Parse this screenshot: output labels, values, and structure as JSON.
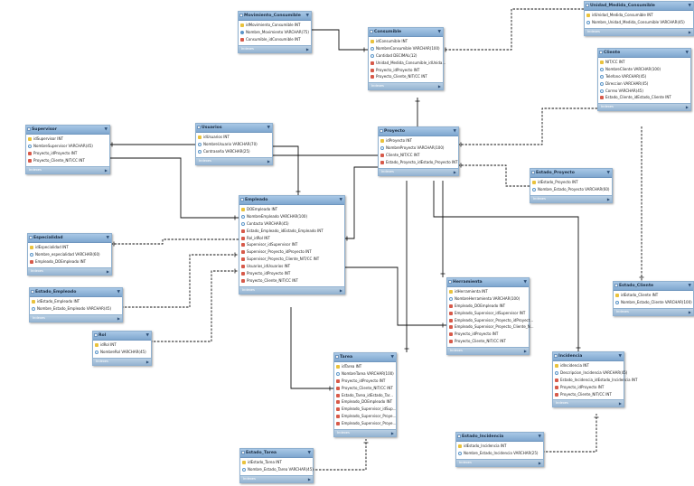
{
  "diagram": {
    "tables": [
      {
        "id": "movimiento",
        "name": "Movimiento_Consumible",
        "footer": "Indexes",
        "columns": [
          {
            "text": "idMovimiento_Consumible INT",
            "kind": "pk"
          },
          {
            "text": "Nombre_Movimiento VARCHAR(75)",
            "kind": "colf"
          },
          {
            "text": "Consumible_idConsumible INT",
            "kind": "fk"
          }
        ]
      },
      {
        "id": "consumible",
        "name": "Consumible",
        "footer": "Indexes",
        "columns": [
          {
            "text": "idConsumible INT",
            "kind": "pk"
          },
          {
            "text": "NombreConsumible VARCHAR(100)",
            "kind": "col"
          },
          {
            "text": "Cantidad DECIMAL(12)",
            "kind": "col"
          },
          {
            "text": "Unidad_Medida_Consumible_idUnida...",
            "kind": "fk"
          },
          {
            "text": "Proyecto_idProyecto INT",
            "kind": "fk"
          },
          {
            "text": "Proyecto_Cliente_NIT/CC INT",
            "kind": "fk"
          }
        ]
      },
      {
        "id": "unidad",
        "name": "Unidad_Medida_Consumible",
        "footer": "Indexes",
        "columns": [
          {
            "text": "idUnidad_Medida_Consumible INT",
            "kind": "pk"
          },
          {
            "text": "Nombre_Unidad_Medida_Consumible VARCHAR(45)",
            "kind": "col"
          }
        ]
      },
      {
        "id": "cliente",
        "name": "Cliente",
        "footer": "Indexes",
        "columns": [
          {
            "text": "NIT/CC INT",
            "kind": "pk"
          },
          {
            "text": "NombreCliente VARCHAR(100)",
            "kind": "col"
          },
          {
            "text": "Telefono VARCHAR(45)",
            "kind": "col"
          },
          {
            "text": "Direccion VARCHAR(45)",
            "kind": "col"
          },
          {
            "text": "Correo VARCHAR(45)",
            "kind": "col"
          },
          {
            "text": "Estado_Cliente_idEstado_Cliente INT",
            "kind": "fk"
          }
        ]
      },
      {
        "id": "supervisor",
        "name": "Supervisor",
        "footer": "Indexes",
        "columns": [
          {
            "text": "idSupervisor INT",
            "kind": "pk"
          },
          {
            "text": "NombreSupervisor VARCHAR(45)",
            "kind": "col"
          },
          {
            "text": "Proyecto_idProyecto INT",
            "kind": "fk"
          },
          {
            "text": "Proyecto_Cliente_NIT/CC INT",
            "kind": "fk"
          }
        ]
      },
      {
        "id": "usuarios",
        "name": "Usuarios",
        "footer": "Indexes",
        "columns": [
          {
            "text": "idUsuarios INT",
            "kind": "pk"
          },
          {
            "text": "NombreUsuario VARCHAR(70)",
            "kind": "col"
          },
          {
            "text": "Contraseña VARCHAR(25)",
            "kind": "col"
          }
        ]
      },
      {
        "id": "proyecto",
        "name": "Proyecto",
        "footer": "Indexes",
        "columns": [
          {
            "text": "idProyecto INT",
            "kind": "pk"
          },
          {
            "text": "NombreProyecto VARCHAR(100)",
            "kind": "col"
          },
          {
            "text": "Cliente_NIT/CC INT",
            "kind": "fk"
          },
          {
            "text": "Estado_Proyecto_idEstado_Proyecto INT",
            "kind": "fk"
          }
        ]
      },
      {
        "id": "estado_proyecto",
        "name": "Estado_Proyecto",
        "footer": "Indexes",
        "columns": [
          {
            "text": "idEstado_Proyecto INT",
            "kind": "pk"
          },
          {
            "text": "Nombre_Estado_Proyecto VARCHAR(60)",
            "kind": "col"
          }
        ]
      },
      {
        "id": "empleado",
        "name": "Empleado",
        "footer": "Indexes",
        "columns": [
          {
            "text": "DOEmpleado INT",
            "kind": "pk"
          },
          {
            "text": "NombreEmpleado VARCHAR(100)",
            "kind": "col"
          },
          {
            "text": "Contacto VARCHAR(45)",
            "kind": "col"
          },
          {
            "text": "Estado_Empleado_idEstado_Empleado INT",
            "kind": "fk"
          },
          {
            "text": "Rol_idRol INT",
            "kind": "fk"
          },
          {
            "text": "Supervisor_idSupervisor INT",
            "kind": "fk"
          },
          {
            "text": "Supervisor_Proyecto_idProyecto INT",
            "kind": "fk"
          },
          {
            "text": "Supervisor_Proyecto_Cliente_NIT/CC INT",
            "kind": "fk"
          },
          {
            "text": "Usuarios_idUsuarios INT",
            "kind": "fk"
          },
          {
            "text": "Proyecto_idProyecto INT",
            "kind": "fk"
          },
          {
            "text": "Proyecto_Cliente_NIT/CC INT",
            "kind": "fk"
          }
        ]
      },
      {
        "id": "especialidad",
        "name": "Especialidad",
        "footer": "Indexes",
        "columns": [
          {
            "text": "idEspecialidad INT",
            "kind": "pk"
          },
          {
            "text": "Nombre_especialidad VARCHAR(60)",
            "kind": "col"
          },
          {
            "text": "Empleado_DOEmpleado INT",
            "kind": "fk"
          }
        ]
      },
      {
        "id": "estado_empleado",
        "name": "Estado_Empleado",
        "footer": "Indexes",
        "columns": [
          {
            "text": "idEstado_Empleado INT",
            "kind": "pk"
          },
          {
            "text": "Nombre_Estado_Empleado VARCHAR(45)",
            "kind": "col"
          }
        ]
      },
      {
        "id": "rol",
        "name": "Rol",
        "footer": "Indexes",
        "columns": [
          {
            "text": "idRol INT",
            "kind": "pk"
          },
          {
            "text": "NombreRol VARCHAR(45)",
            "kind": "col"
          }
        ]
      },
      {
        "id": "herramienta",
        "name": "Herramienta",
        "footer": "Indexes",
        "columns": [
          {
            "text": "idHerramienta INT",
            "kind": "pk"
          },
          {
            "text": "NombreHerramienta VARCHAR(100)",
            "kind": "col"
          },
          {
            "text": "Empleado_DOEmpleado INT",
            "kind": "fk"
          },
          {
            "text": "Empleado_Supervisor_idSupervisor INT",
            "kind": "fk"
          },
          {
            "text": "Empleado_Supervisor_Proyecto_idProyect...",
            "kind": "fk"
          },
          {
            "text": "Empleado_Supervisor_Proyecto_Cliente_N...",
            "kind": "fk"
          },
          {
            "text": "Proyecto_idProyecto INT",
            "kind": "fk"
          },
          {
            "text": "Proyecto_Cliente_NIT/CC INT",
            "kind": "fk"
          }
        ]
      },
      {
        "id": "estado_cliente",
        "name": "Estado_Cliente",
        "footer": "Indexes",
        "columns": [
          {
            "text": "idEstado_Cliente INT",
            "kind": "pk"
          },
          {
            "text": "Nombre_Estado_Cliente VARCHAR(100)",
            "kind": "col"
          }
        ]
      },
      {
        "id": "incidencia",
        "name": "Incidencia",
        "footer": "Indexes",
        "columns": [
          {
            "text": "idIncidencia INT",
            "kind": "pk"
          },
          {
            "text": "Descripcion_Incidencia VARCHAR(45)",
            "kind": "col"
          },
          {
            "text": "Estado_Incidencia_idEstado_Incidencia INT",
            "kind": "fk"
          },
          {
            "text": "Proyecto_idProyecto INT",
            "kind": "fk"
          },
          {
            "text": "Proyecto_Cliente_NIT/CC INT",
            "kind": "fk"
          }
        ]
      },
      {
        "id": "tarea",
        "name": "Tarea",
        "footer": "Indexes",
        "columns": [
          {
            "text": "idTarea INT",
            "kind": "pk"
          },
          {
            "text": "NombreTarea VARCHAR(100)",
            "kind": "col"
          },
          {
            "text": "Proyecto_idProyecto INT",
            "kind": "fk"
          },
          {
            "text": "Proyecto_Cliente_NIT/CC INT",
            "kind": "fk"
          },
          {
            "text": "Estado_Tarea_idEstado_Tar...",
            "kind": "fk"
          },
          {
            "text": "Empleado_DOEmpleado INT",
            "kind": "fk"
          },
          {
            "text": "Empleado_Supervisor_idSup...",
            "kind": "fk"
          },
          {
            "text": "Empleado_Supervisor_Proye...",
            "kind": "fk"
          },
          {
            "text": "Empleado_Supervisor_Proye...",
            "kind": "fk"
          }
        ]
      },
      {
        "id": "estado_incidencia",
        "name": "Estado_Incidencia",
        "footer": "Indexes",
        "columns": [
          {
            "text": "idEstado_Incidencia INT",
            "kind": "pk"
          },
          {
            "text": "Nombre_Estado_Incidencia VARCHAR(25)",
            "kind": "col"
          }
        ]
      },
      {
        "id": "estado_tarea",
        "name": "Estado_Tarea",
        "footer": "Indexes",
        "columns": [
          {
            "text": "idEstado_Tarea INT",
            "kind": "pk"
          },
          {
            "text": "Nombre_Estado_Tarea VARCHAR(45)",
            "kind": "col"
          }
        ]
      }
    ],
    "relationships": [
      {
        "from": "consumible",
        "to": "movimiento",
        "style": "identifying"
      },
      {
        "from": "unidad",
        "to": "consumible",
        "style": "non-identifying"
      },
      {
        "from": "proyecto",
        "to": "consumible",
        "style": "identifying"
      },
      {
        "from": "cliente",
        "to": "proyecto",
        "style": "non-identifying"
      },
      {
        "from": "estado_proyecto",
        "to": "proyecto",
        "style": "non-identifying"
      },
      {
        "from": "proyecto",
        "to": "supervisor",
        "style": "identifying"
      },
      {
        "from": "supervisor",
        "to": "empleado",
        "style": "identifying"
      },
      {
        "from": "usuarios",
        "to": "empleado",
        "style": "identifying"
      },
      {
        "from": "proyecto",
        "to": "empleado",
        "style": "identifying"
      },
      {
        "from": "empleado",
        "to": "especialidad",
        "style": "non-identifying"
      },
      {
        "from": "estado_empleado",
        "to": "empleado",
        "style": "non-identifying"
      },
      {
        "from": "rol",
        "to": "empleado",
        "style": "non-identifying"
      },
      {
        "from": "empleado",
        "to": "herramienta",
        "style": "identifying"
      },
      {
        "from": "proyecto",
        "to": "herramienta",
        "style": "identifying"
      },
      {
        "from": "estado_cliente",
        "to": "cliente",
        "style": "non-identifying"
      },
      {
        "from": "proyecto",
        "to": "incidencia",
        "style": "identifying"
      },
      {
        "from": "estado_incidencia",
        "to": "incidencia",
        "style": "non-identifying"
      },
      {
        "from": "proyecto",
        "to": "tarea",
        "style": "identifying"
      },
      {
        "from": "empleado",
        "to": "tarea",
        "style": "identifying"
      },
      {
        "from": "estado_tarea",
        "to": "tarea",
        "style": "non-identifying"
      }
    ]
  }
}
